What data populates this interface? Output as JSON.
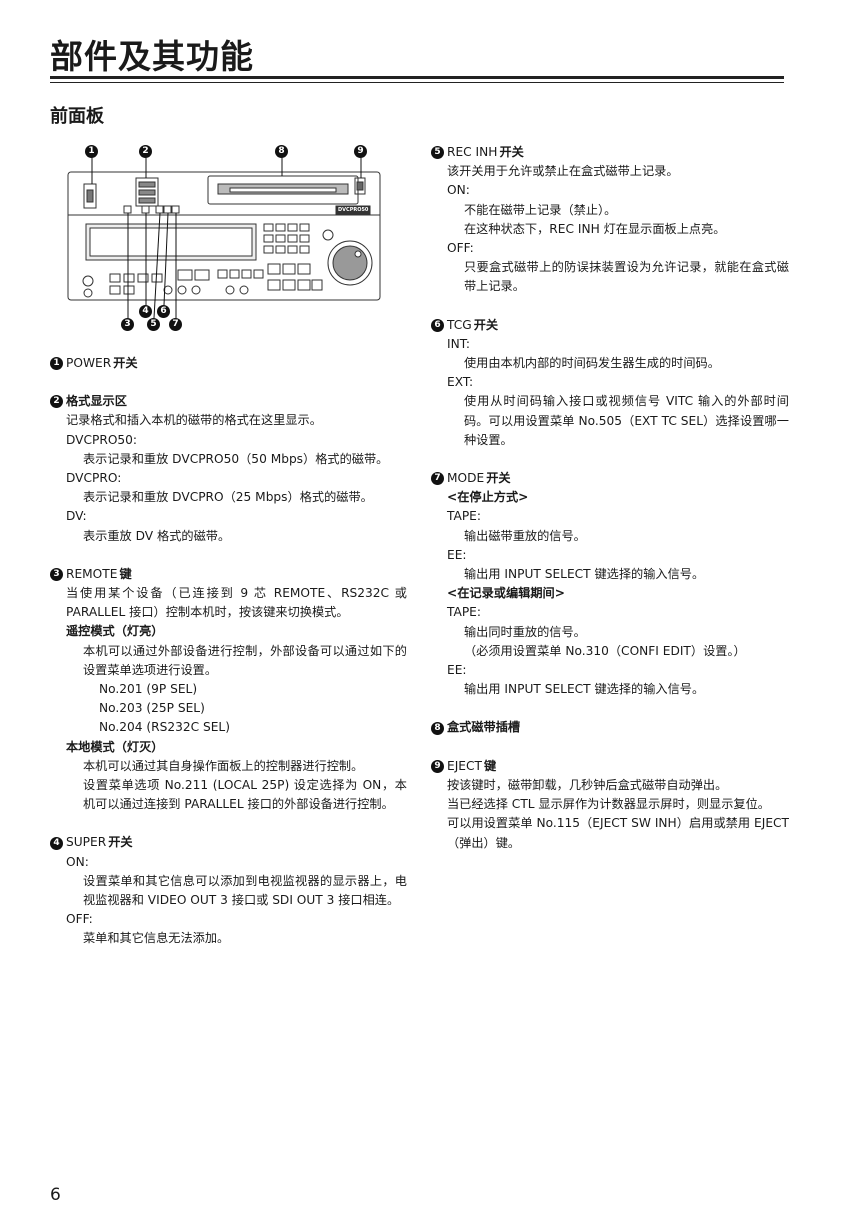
{
  "page": {
    "title": "部件及其功能",
    "subtitle": "前面板",
    "page_number": "6"
  },
  "diagram": {
    "callouts_top": [
      "1",
      "2",
      "8",
      "9"
    ],
    "callouts_bottom": [
      "3",
      "4",
      "5",
      "6",
      "7"
    ],
    "logo_text": "DVCPRO50"
  },
  "left": {
    "s1": {
      "num": "1",
      "name": "POWER",
      "suffix": "开关"
    },
    "s2": {
      "num": "2",
      "title": "格式显示区",
      "intro": "记录格式和插入本机的磁带的格式在这里显示。",
      "dvcpro50_label": "DVCPRO50:",
      "dvcpro50_text": "表示记录和重放 DVCPRO50（50 Mbps）格式的磁带。",
      "dvcpro_label": "DVCPRO:",
      "dvcpro_text": "表示记录和重放 DVCPRO（25 Mbps）格式的磁带。",
      "dv_label": "DV:",
      "dv_text": "表示重放 DV 格式的磁带。"
    },
    "s3": {
      "num": "3",
      "name": "REMOTE",
      "suffix": "键",
      "intro": "当使用某个设备（已连接到 9 芯 REMOTE、RS232C 或 PARALLEL 接口）控制本机时，按该键来切换模式。",
      "remote_title": "遥控模式（灯亮）",
      "remote_text": "本机可以通过外部设备进行控制，外部设备可以通过如下的设置菜单选项进行设置。",
      "items": [
        "No.201 (9P SEL)",
        "No.203 (25P SEL)",
        "No.204 (RS232C SEL)"
      ],
      "local_title": "本地模式（灯灭）",
      "local_text1": "本机可以通过其自身操作面板上的控制器进行控制。",
      "local_text2": "设置菜单选项 No.211 (LOCAL 25P) 设定选择为 ON，本机可以通过连接到 PARALLEL 接口的外部设备进行控制。"
    },
    "s4": {
      "num": "4",
      "name": "SUPER",
      "suffix": "开关",
      "on_label": "ON:",
      "on_text": "设置菜单和其它信息可以添加到电视监视器的显示器上，电视监视器和 VIDEO OUT 3 接口或 SDI OUT 3 接口相连。",
      "off_label": "OFF:",
      "off_text": "菜单和其它信息无法添加。"
    }
  },
  "right": {
    "s5": {
      "num": "5",
      "name": "REC INH",
      "suffix": "开关",
      "intro": "该开关用于允许或禁止在盒式磁带上记录。",
      "on_label": "ON:",
      "on_text1": "不能在磁带上记录（禁止）。",
      "on_text2": "在这种状态下，REC INH 灯在显示面板上点亮。",
      "off_label": "OFF:",
      "off_text": "只要盒式磁带上的防误抹装置设为允许记录，就能在盒式磁带上记录。"
    },
    "s6": {
      "num": "6",
      "name": "TCG",
      "suffix": "开关",
      "int_label": "INT:",
      "int_text": "使用由本机内部的时间码发生器生成的时间码。",
      "ext_label": "EXT:",
      "ext_text": "使用从时间码输入接口或视频信号 VITC 输入的外部时间码。可以用设置菜单 No.505（EXT TC SEL）选择设置哪一种设置。"
    },
    "s7": {
      "num": "7",
      "name": "MODE",
      "suffix": "开关",
      "stop_title": "<在停止方式>",
      "tape_label": "TAPE:",
      "tape_text": "输出磁带重放的信号。",
      "ee_label": "EE:",
      "ee_text": "输出用 INPUT SELECT 键选择的输入信号。",
      "rec_title": "<在记录或编辑期间>",
      "tape2_label": "TAPE:",
      "tape2_text1": "输出同时重放的信号。",
      "tape2_text2": "（必须用设置菜单 No.310（CONFI EDIT）设置。）",
      "ee2_label": "EE:",
      "ee2_text": "输出用 INPUT SELECT 键选择的输入信号。"
    },
    "s8": {
      "num": "8",
      "title": "盒式磁带插槽"
    },
    "s9": {
      "num": "9",
      "name": "EJECT",
      "suffix": "键",
      "text1": "按该键时，磁带卸载，几秒钟后盒式磁带自动弹出。",
      "text2": "当已经选择 CTL 显示屏作为计数器显示屏时，则显示复位。",
      "text3": "可以用设置菜单 No.115（EJECT SW INH）启用或禁用 EJECT（弹出）键。"
    }
  }
}
